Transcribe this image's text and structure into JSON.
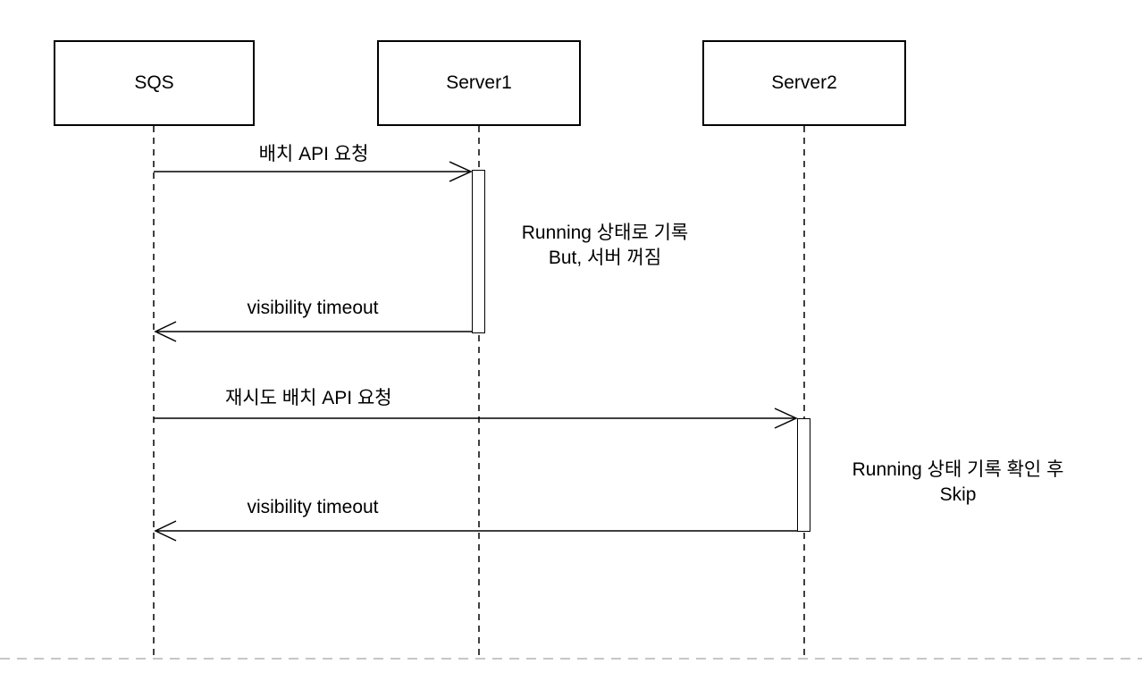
{
  "actors": [
    {
      "name": "SQS"
    },
    {
      "name": "Server1"
    },
    {
      "name": "Server2"
    }
  ],
  "messages": [
    {
      "label": "배치 API 요청",
      "from": "SQS",
      "to": "Server1"
    },
    {
      "label": "visibility timeout",
      "from": "Server1",
      "to": "SQS"
    },
    {
      "label": "재시도 배치 API 요청",
      "from": "SQS",
      "to": "Server2"
    },
    {
      "label": "visibility timeout",
      "from": "Server2",
      "to": "SQS"
    }
  ],
  "notes": [
    {
      "line1": "Running 상태로 기록",
      "line2": "But, 서버 꺼짐"
    },
    {
      "line1": "Running 상태 기록 확인 후",
      "line2": "Skip"
    }
  ],
  "colors": {
    "line": "#000000",
    "divider": "#b3b3b3",
    "background": "#ffffff"
  }
}
